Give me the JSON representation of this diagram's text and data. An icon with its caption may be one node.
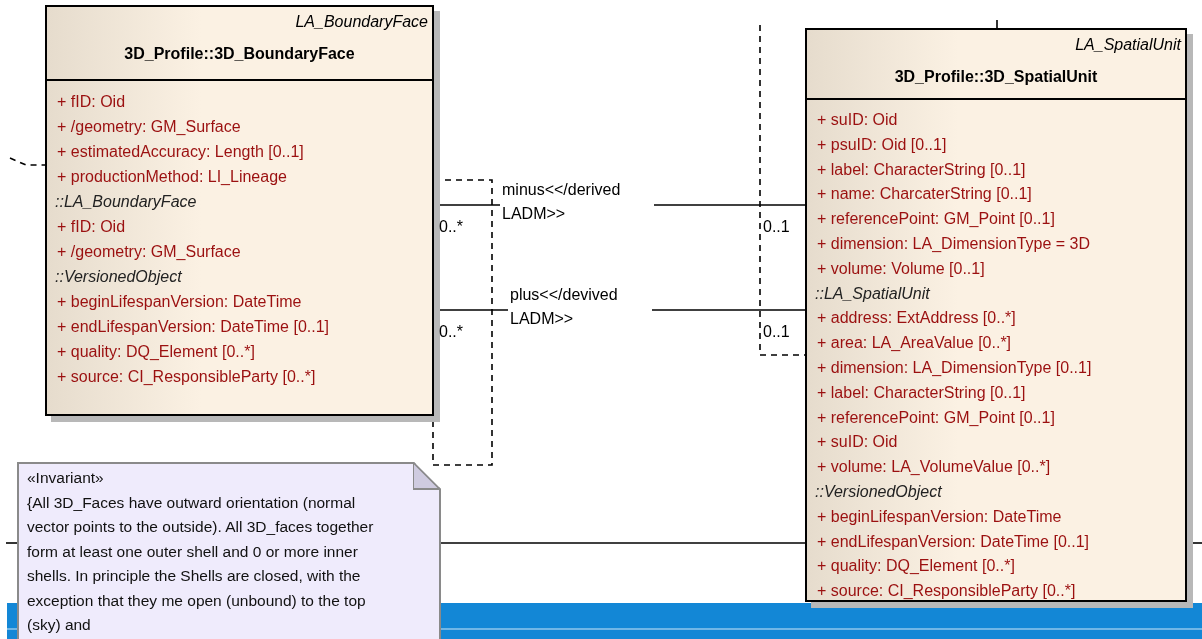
{
  "diagram": {
    "nodes": [
      {
        "text": [
          "LA_BoundaryFace",
          "3D_Profile::3D_BoundaryFace",
          "+ fID: Oid",
          "+ /geometry: GM_Surface",
          "+ estimatedAccuracy: Length [0..1]",
          "+ productionMethod: LI_Lineage",
          "*::LA_BoundaryFace*",
          "+ fID: Oid",
          "+ /geometry: GM_Surface",
          "*::VersionedObject*",
          "+ beginLifespanVersion: DateTime",
          "+ endLifespanVersion: DateTime [0..1]",
          "+ quality: DQ_Element [0..*]",
          "+ source: CI_ResponsibleParty [0..*]"
        ]
      },
      {
        "text": [
          "LA_SpatialUnit",
          "3D_Profile::3D_SpatialUnit",
          "+ suID: Oid",
          "+ psuID: Oid [0..1]",
          "+ label: CharacterString [0..1]",
          "+ name: CharcaterString [0..1]",
          "+ referencePoint: GM_Point [0..1]",
          "+ dimension: LA_DimensionType = 3D",
          "+ volume: Volume [0..1]",
          "*::LA_SpatialUnit*",
          "+ address: ExtAddress [0..*]",
          "+ area: LA_AreaValue [0..*]",
          "+ dimension: LA_DimensionType [0..1]",
          "+ label: CharacterString [0..1]",
          "+ referencePoint: GM_Point [0..1]",
          "+ suID: Oid",
          "+ volume: LA_VolumeValue [0..*]",
          "*::VersionedObject*",
          "+ beginLifespanVersion: DateTime",
          "+ endLifespanVersion: DateTime [0..1]",
          "+ quality: DQ_Element [0..*]",
          "+ source: CI_ResponsibleParty [0..*]"
        ]
      },
      {
        "text": [
          "«Invariant»",
          "{All 3D_Faces have outward orientation (normal vector points to the outside). All 3D_faces together form at least one outer shell and 0 or more inner shells. In principle the Shells are closed, with the exception that they me open (unbound) to the top (sky) and"
        ]
      },
      {
        "text": [],
        "shape": "bar"
      }
    ],
    "edges": [
      {
        "from": 0,
        "to": 1,
        "arrow": "none",
        "label": "minus<</derived LADM>>"
      },
      {
        "from": 0,
        "to": 1,
        "arrow": "none",
        "label": "plus<</devived LADM>>"
      },
      {
        "from": 0,
        "to": 0,
        "arrow": "none",
        "style": "dashed"
      },
      {
        "from": null,
        "to": 0,
        "arrow": "none",
        "style": "dashed"
      },
      {
        "from": null,
        "to": 1,
        "arrow": "none",
        "style": "dashed"
      },
      {
        "from": 2,
        "to": 1,
        "arrow": "none"
      },
      {
        "from": 1,
        "to": null,
        "arrow": "none"
      },
      {
        "from": null,
        "to": 2,
        "arrow": "none"
      },
      {
        "from": null,
        "to": 1,
        "arrow": "none"
      }
    ],
    "labels": [
      "0..*",
      "0..*",
      "0..1",
      "0..1"
    ]
  }
}
